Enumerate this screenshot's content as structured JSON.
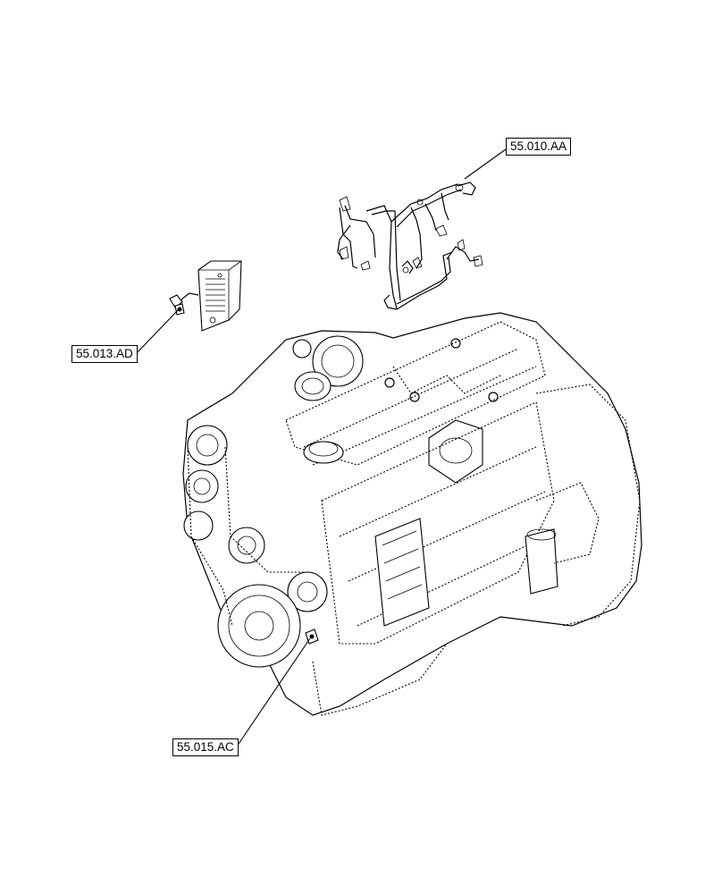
{
  "callouts": {
    "wiring_harness": "55.010.AA",
    "ecu_module": "55.013.AD",
    "sensor": "55.015.AC"
  },
  "colors": {
    "line": "#000000",
    "background": "#ffffff"
  }
}
